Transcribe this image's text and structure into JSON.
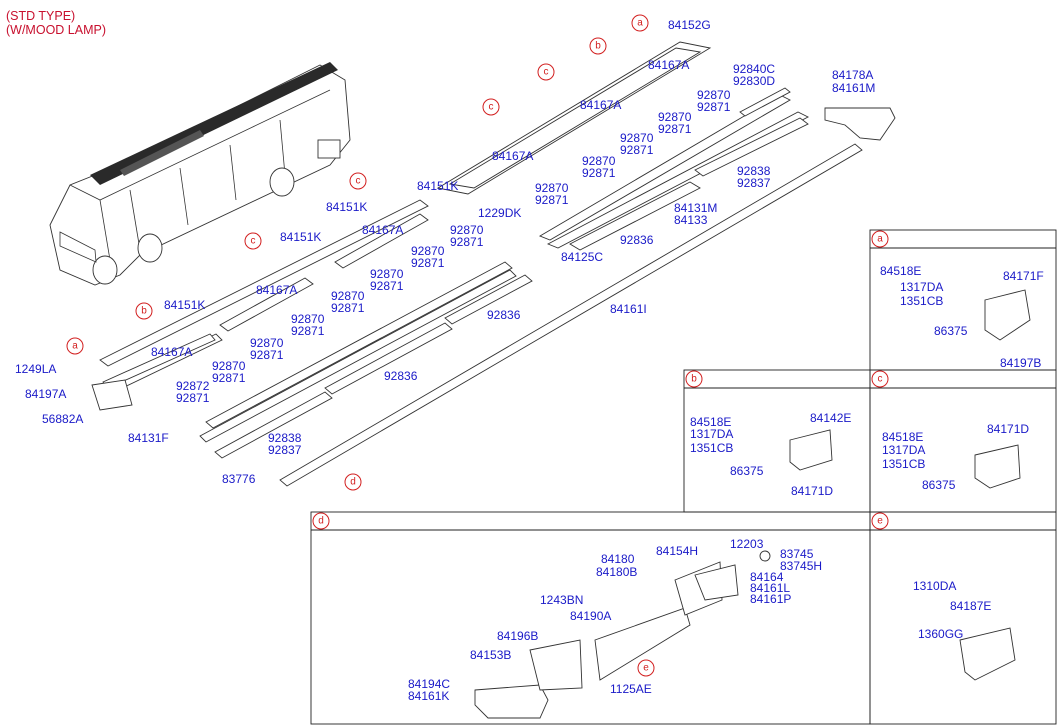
{
  "header": {
    "line1": "(STD TYPE)",
    "line2": "(W/MOOD LAMP)"
  },
  "callouts": [
    "a",
    "b",
    "c",
    "d",
    "e"
  ],
  "parts_main": {
    "p84152G": "84152G",
    "p84167A": "84167A",
    "p84151K": "84151K",
    "p92840C": "92840C",
    "p92830D": "92830D",
    "p84178A": "84178A",
    "p84161M": "84161M",
    "p92870": "92870",
    "p92871": "92871",
    "p92838": "92838",
    "p92837": "92837",
    "p84131M": "84131M",
    "p84133": "84133",
    "p92836": "92836",
    "p1229DK": "1229DK",
    "p84125C": "84125C",
    "p84161I": "84161I",
    "p92872": "92872",
    "p1249LA": "1249LA",
    "p84197A": "84197A",
    "p56882A": "56882A",
    "p84131F": "84131F",
    "p83776": "83776"
  },
  "panel_a": {
    "tag": "a",
    "parts": [
      "84518E",
      "1317DA",
      "1351CB",
      "86375",
      "84171F",
      "84197B"
    ]
  },
  "panel_b": {
    "tag": "b",
    "parts": [
      "84518E",
      "1317DA",
      "1351CB",
      "86375",
      "84142E",
      "84171D"
    ]
  },
  "panel_c": {
    "tag": "c",
    "parts": [
      "84518E",
      "1317DA",
      "1351CB",
      "86375",
      "84171D"
    ]
  },
  "panel_d": {
    "tag": "d",
    "parts": [
      "84180",
      "84180B",
      "84154H",
      "12203",
      "83745",
      "83745H",
      "84164",
      "84161L",
      "84161P",
      "1243BN",
      "84190A",
      "84196B",
      "84153B",
      "1125AE",
      "84194C",
      "84161K"
    ]
  },
  "panel_e": {
    "tag": "e",
    "parts": [
      "1310DA",
      "84187E",
      "1360GG"
    ]
  }
}
